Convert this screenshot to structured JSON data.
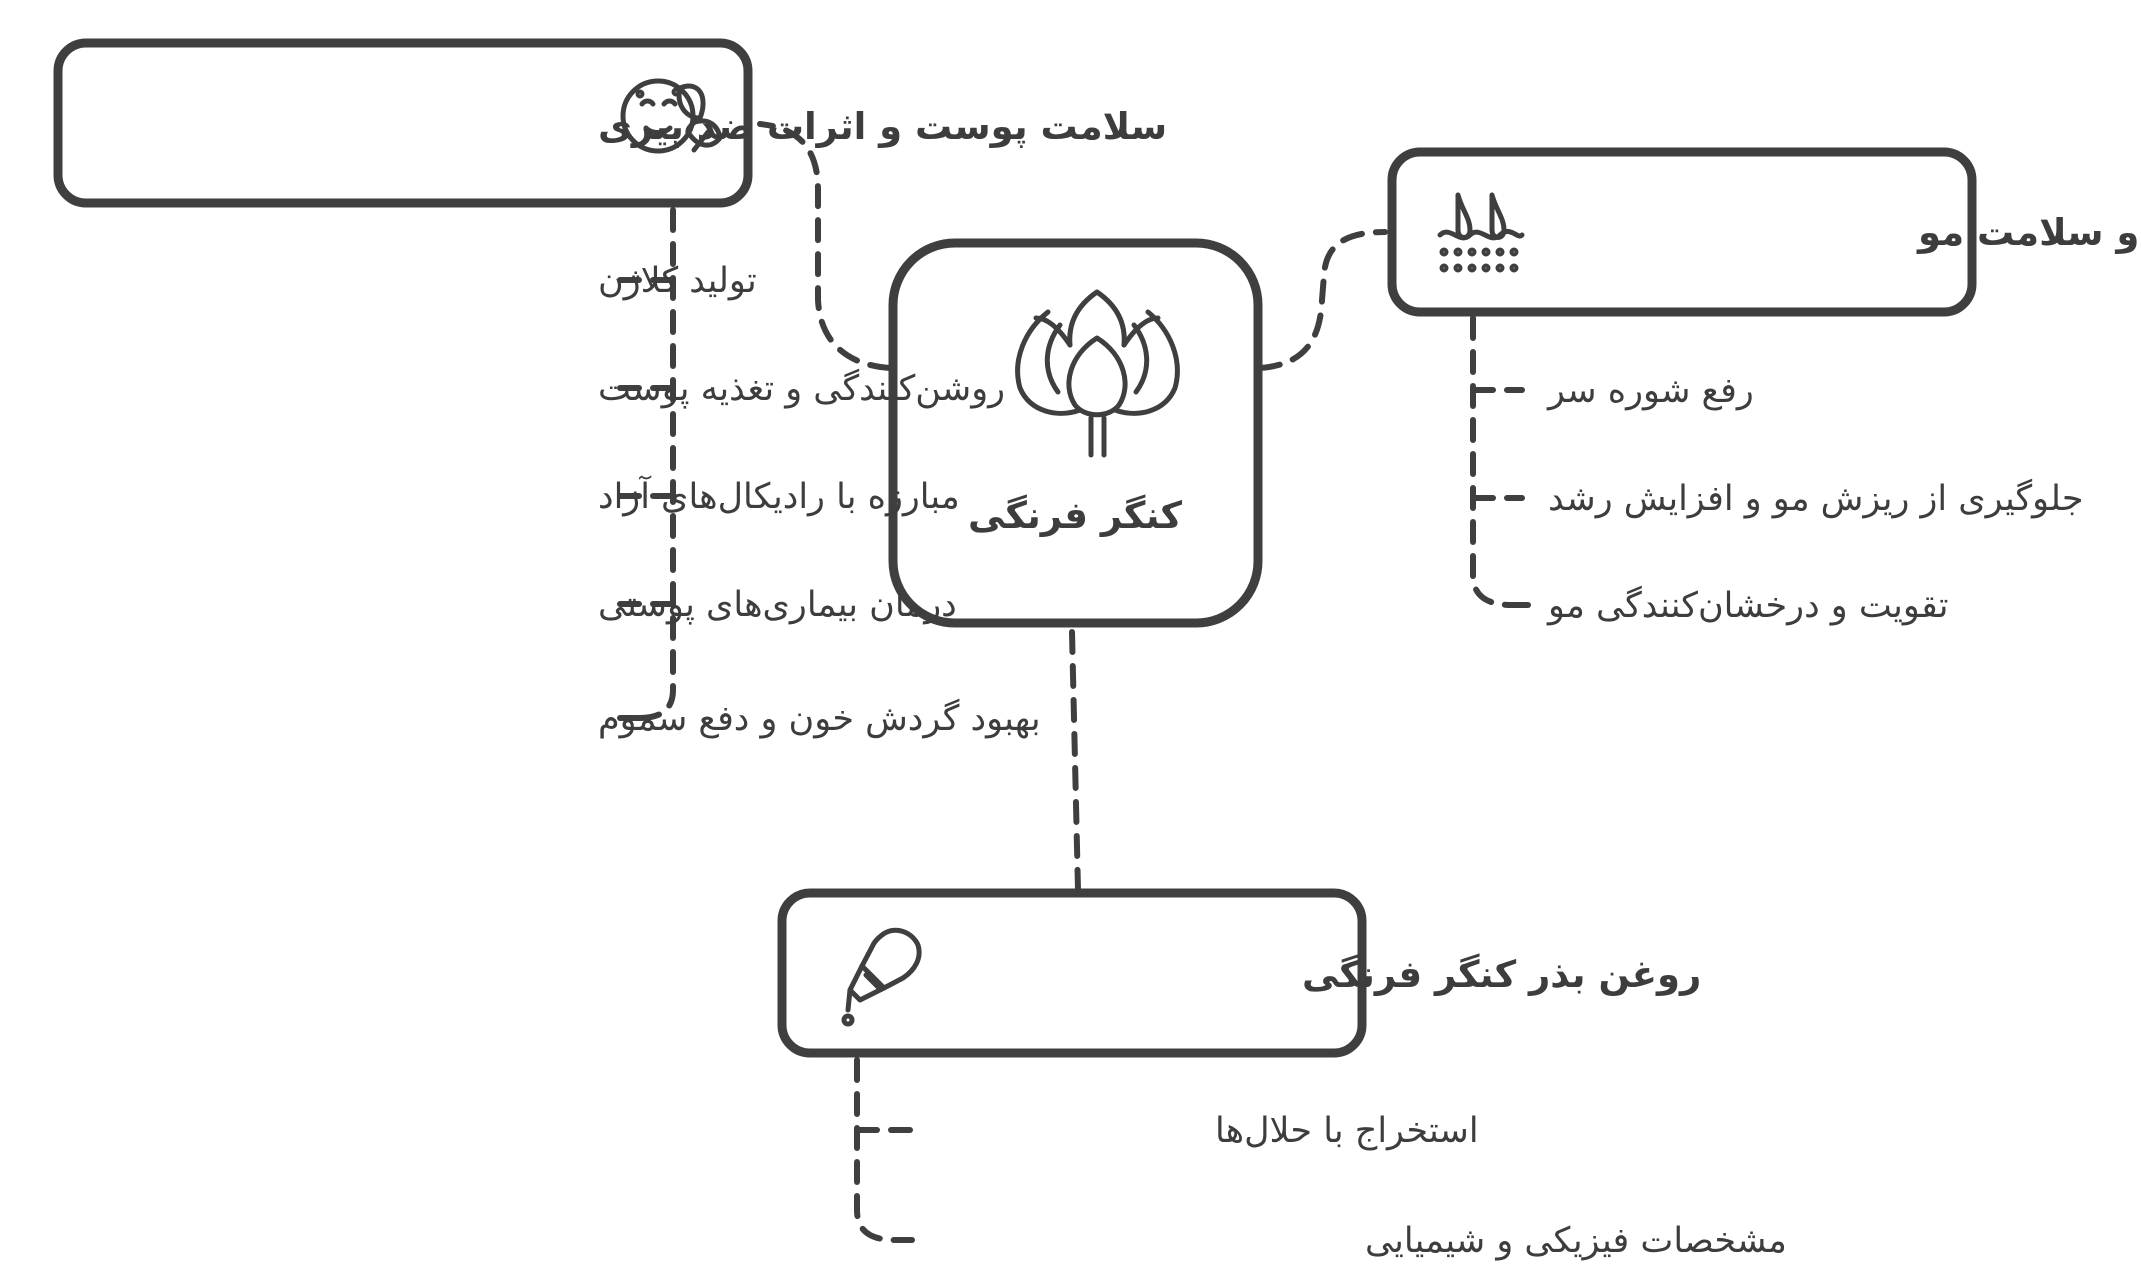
{
  "central": {
    "label": "کنگر فرنگی",
    "icon": "artichoke-icon"
  },
  "branches": {
    "skin": {
      "title": "سلامت پوست و اثرات ضد پیری",
      "icon": "skin-leaf-icon",
      "items": [
        "تولید کلاژن",
        "روشن‌کنندگی و تغذیه پوست",
        "مبارزه با رادیکال‌های آزاد",
        "درمان بیماری‌های پوستی",
        "بهبود گردش خون و دفع سموم"
      ]
    },
    "hair": {
      "title": "تقویت رشد و سلامت مو",
      "icon": "hair-follicle-icon",
      "items": [
        "رفع شوره سر",
        "جلوگیری از ریزش مو و افزایش رشد",
        "تقویت و درخشان‌کنندگی مو"
      ]
    },
    "oil": {
      "title": "روغن بذر کنگر فرنگی",
      "icon": "oil-dropper-icon",
      "items": [
        "استخراج با حلال‌ها",
        "مشخصات فیزیکی و شیمیایی"
      ]
    }
  },
  "colors": {
    "stroke": "#3f3f3f",
    "text": "#3d3d3d",
    "background": "#ffffff"
  }
}
